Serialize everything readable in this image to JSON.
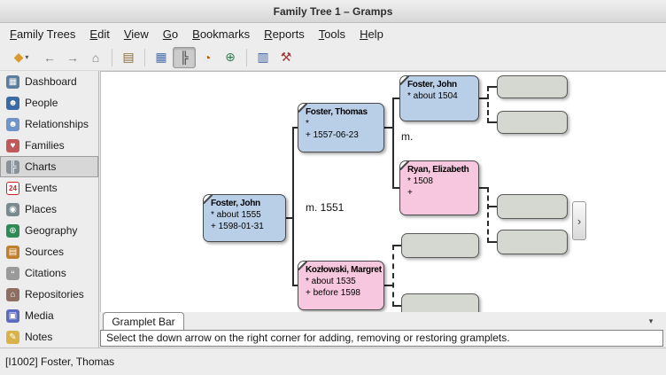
{
  "window": {
    "title": "Family Tree 1 – Gramps"
  },
  "menubar": {
    "items": [
      {
        "label": "Family Trees"
      },
      {
        "label": "Edit"
      },
      {
        "label": "View"
      },
      {
        "label": "Go"
      },
      {
        "label": "Bookmarks"
      },
      {
        "label": "Reports"
      },
      {
        "label": "Tools"
      },
      {
        "label": "Help"
      }
    ]
  },
  "toolbar": {
    "buttons": [
      {
        "name": "family-trees",
        "glyph": "◆",
        "caret": "▾"
      },
      {
        "name": "back",
        "glyph": "←"
      },
      {
        "name": "forward",
        "glyph": "→"
      },
      {
        "name": "home",
        "glyph": "⌂"
      },
      {
        "name": "clipboard",
        "glyph": "▤"
      },
      {
        "name": "view-grouped-people",
        "glyph": "▦"
      },
      {
        "name": "view-pedigree",
        "glyph": "╠",
        "pressed": true
      },
      {
        "name": "view-fan-chart",
        "glyph": "◔"
      },
      {
        "name": "view-geography",
        "glyph": "⊕"
      },
      {
        "name": "reports",
        "glyph": "▥"
      },
      {
        "name": "tools",
        "glyph": "⚒"
      }
    ]
  },
  "sidebar": {
    "selected": "Charts",
    "items": [
      {
        "label": "Dashboard",
        "glyph": "▦"
      },
      {
        "label": "People",
        "glyph": "☻"
      },
      {
        "label": "Relationships",
        "glyph": "☻"
      },
      {
        "label": "Families",
        "glyph": "♥"
      },
      {
        "label": "Charts",
        "glyph": "╠"
      },
      {
        "label": "Events",
        "glyph": "24"
      },
      {
        "label": "Places",
        "glyph": "◉"
      },
      {
        "label": "Geography",
        "glyph": "⊕"
      },
      {
        "label": "Sources",
        "glyph": "▤"
      },
      {
        "label": "Citations",
        "glyph": "“"
      },
      {
        "label": "Repositories",
        "glyph": "⌂"
      },
      {
        "label": "Media",
        "glyph": "▣"
      },
      {
        "label": "Notes",
        "glyph": "✎"
      }
    ]
  },
  "chart": {
    "people": [
      {
        "name": "Foster, John",
        "birth": "* about 1555",
        "death": "+ 1598-01-31",
        "gender": "male"
      },
      {
        "name": "Foster, Thomas",
        "birth": "*",
        "death": "+ 1557-06-23",
        "gender": "male"
      },
      {
        "name": "Foster, John",
        "birth": "* about 1504",
        "death": "",
        "gender": "male"
      },
      {
        "name": "Ryan, Elizabeth",
        "birth": "* 1508",
        "death": "+",
        "gender": "female"
      },
      {
        "name": "Kozłowski, Margret",
        "birth": "* about 1535",
        "death": "+ before 1598",
        "gender": "female"
      }
    ],
    "marriages": [
      {
        "label": "m. 1551"
      },
      {
        "label": "m."
      }
    ],
    "expand_glyph": "›"
  },
  "gramplet": {
    "tab_label": "Gramplet Bar",
    "caret_glyph": "▾",
    "hint": "Select the down arrow on the right corner for adding, removing or restoring gramplets."
  },
  "statusbar": {
    "text": "[I1002] Foster, Thomas"
  },
  "colors": {
    "male_box": "#b9cfe8",
    "female_box": "#f7c6df",
    "unknown_box": "#d5d8d0",
    "canvas": "#ffffff",
    "window_bg": "#ededed"
  }
}
